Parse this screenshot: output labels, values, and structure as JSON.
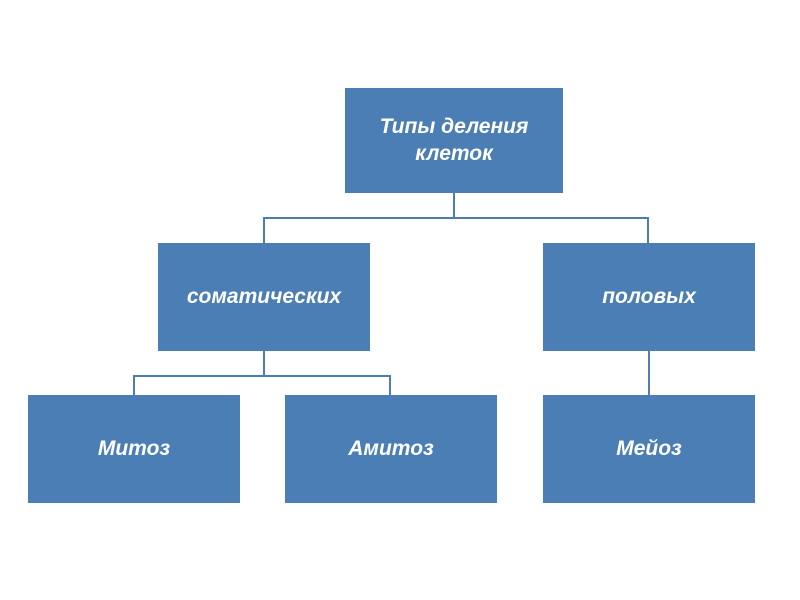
{
  "diagram": {
    "type": "hierarchy-tree",
    "title_node": "root",
    "colors": {
      "node_fill": "#4A7EB5",
      "node_text": "#FFFFFF",
      "connector": "#4A7EB5",
      "background": "#FFFFFF"
    },
    "nodes": [
      {
        "id": "root",
        "label": "Типы деления клеток",
        "level": 0
      },
      {
        "id": "somatic",
        "label": "соматических",
        "level": 1
      },
      {
        "id": "sexual",
        "label": "половых",
        "level": 1
      },
      {
        "id": "mitosis",
        "label": "Митоз",
        "level": 2
      },
      {
        "id": "amitosis",
        "label": "Амитоз",
        "level": 2
      },
      {
        "id": "meiosis",
        "label": "Мейоз",
        "level": 2
      }
    ],
    "edges": [
      {
        "from": "root",
        "to": "somatic"
      },
      {
        "from": "root",
        "to": "sexual"
      },
      {
        "from": "somatic",
        "to": "mitosis"
      },
      {
        "from": "somatic",
        "to": "amitosis"
      },
      {
        "from": "sexual",
        "to": "meiosis"
      }
    ]
  }
}
